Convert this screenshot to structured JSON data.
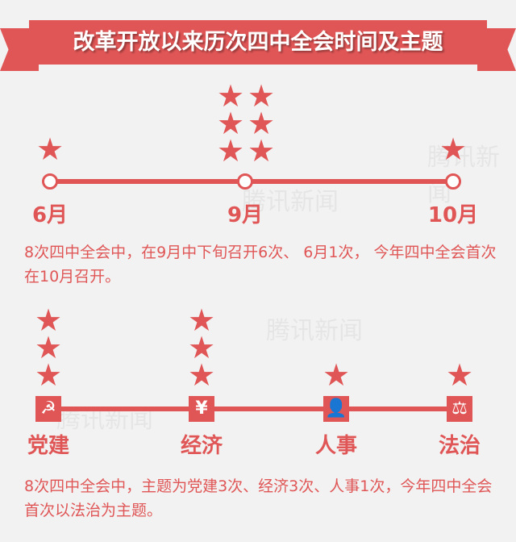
{
  "title": "改革开放以来历次四中全会时间及主题",
  "watermark": "腾讯新闻",
  "timeline": {
    "months": [
      {
        "label": "6月",
        "count": 1
      },
      {
        "label": "9月",
        "count": 6
      },
      {
        "label": "10月",
        "count": 1
      }
    ],
    "description": "8次四中全会中，在9月中下旬召开6次、 6月1次， 今年四中全会首次在10月召开。"
  },
  "themes": {
    "items": [
      {
        "label": "党建",
        "count": 3,
        "icon": "hammer-sickle-icon",
        "glyph": "☭"
      },
      {
        "label": "经济",
        "count": 3,
        "icon": "yen-icon",
        "glyph": "¥"
      },
      {
        "label": "人事",
        "count": 1,
        "icon": "person-icon",
        "glyph": "👤"
      },
      {
        "label": "法治",
        "count": 1,
        "icon": "gavel-icon",
        "glyph": "⚖"
      }
    ],
    "description": "8次四中全会中，主题为党建3次、经济3次、人事1次，今年四中全会首次以法治为主题。"
  },
  "colors": {
    "accent": "#e05656",
    "background": "#f2f2f2"
  }
}
